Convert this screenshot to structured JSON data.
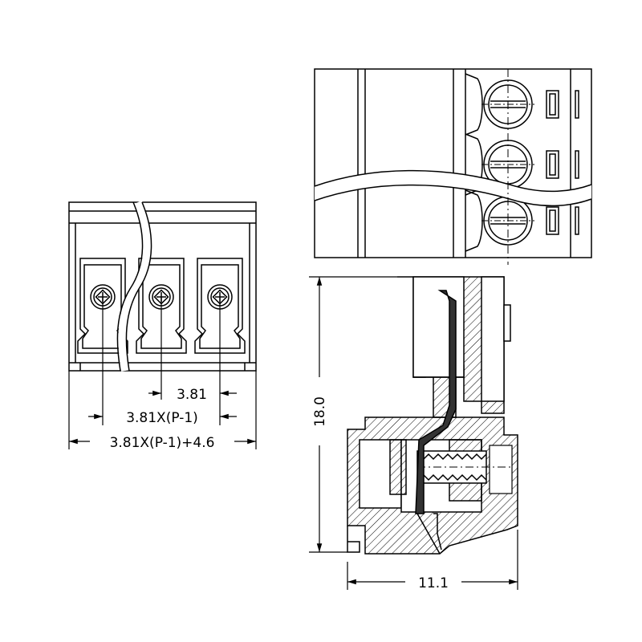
{
  "dimensions": {
    "pitch": "3.81",
    "pitch_span": "3.81X(P-1)",
    "overall_width": "3.81X(P-1)+4.6",
    "height": "18.0",
    "depth": "11.1"
  },
  "colors": {
    "line": "#000000",
    "background": "#ffffff"
  }
}
